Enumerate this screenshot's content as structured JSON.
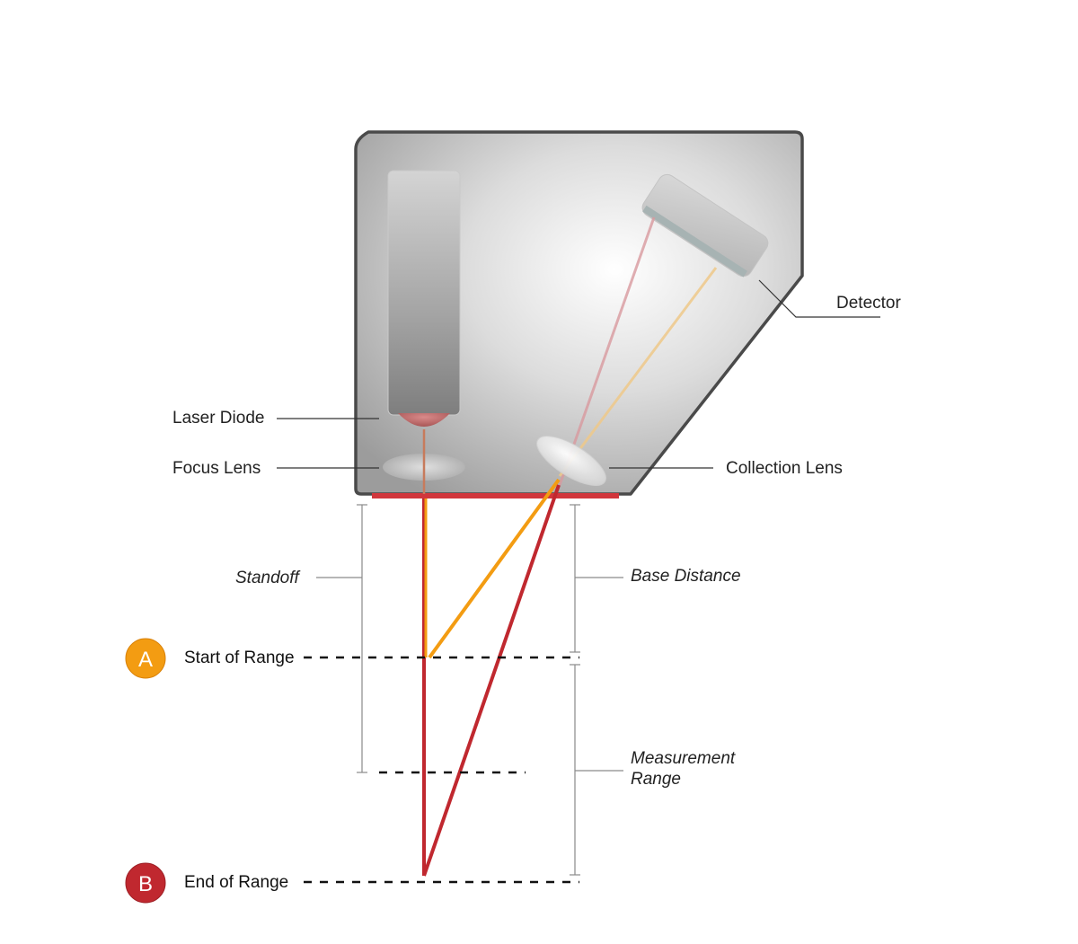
{
  "labels": {
    "detector": "Detector",
    "laser_diode": "Laser Diode",
    "focus_lens": "Focus Lens",
    "collection_lens": "Collection Lens",
    "standoff": "Standoff",
    "base_distance": "Base Distance",
    "measurement_range_line1": "Measurement",
    "measurement_range_line2": "Range",
    "start_of_range": "Start of Range",
    "end_of_range": "End of Range"
  },
  "markers": {
    "a": {
      "letter": "A",
      "color": "#f39c12"
    },
    "b": {
      "letter": "B",
      "color": "#c0282f"
    }
  },
  "colors": {
    "laser_beam": "#c0282f",
    "reflected_beam_start": "#f39c12",
    "reflected_beam_end": "#c0282f",
    "housing_outline": "#4a4a4a",
    "window_strip": "#d1363c"
  }
}
